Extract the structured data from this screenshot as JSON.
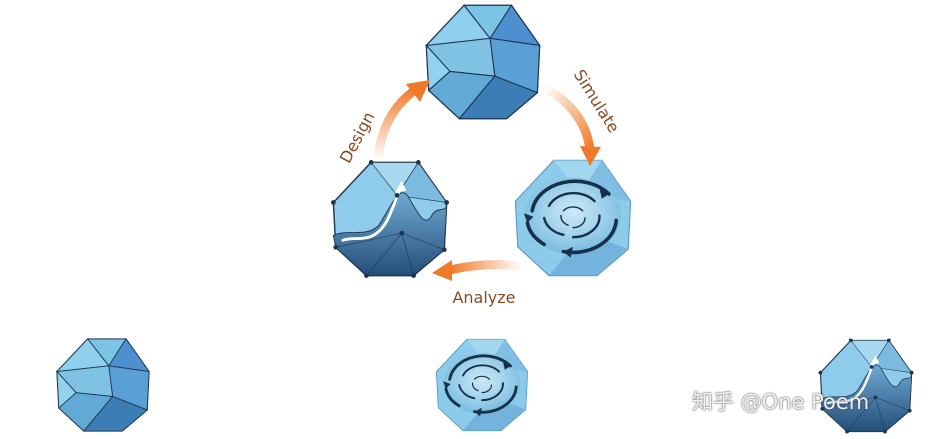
{
  "cycle": {
    "steps": [
      {
        "id": "design",
        "label": "Design"
      },
      {
        "id": "simulate",
        "label": "Simulate"
      },
      {
        "id": "analyze",
        "label": "Analyze"
      }
    ]
  },
  "watermark": {
    "text": "知乎 @One Poem"
  },
  "colors": {
    "arrow": "#f07a2a",
    "label": "#8a4a1e",
    "poly_light": "#8ecbe8",
    "poly_mid": "#5aa9d8",
    "poly_dark": "#2f5f8f",
    "poly_edge": "#1f3550"
  },
  "icons": [
    "plain-polyhedron-icon",
    "vortex-polyhedron-icon",
    "wave-polyhedron-icon"
  ]
}
